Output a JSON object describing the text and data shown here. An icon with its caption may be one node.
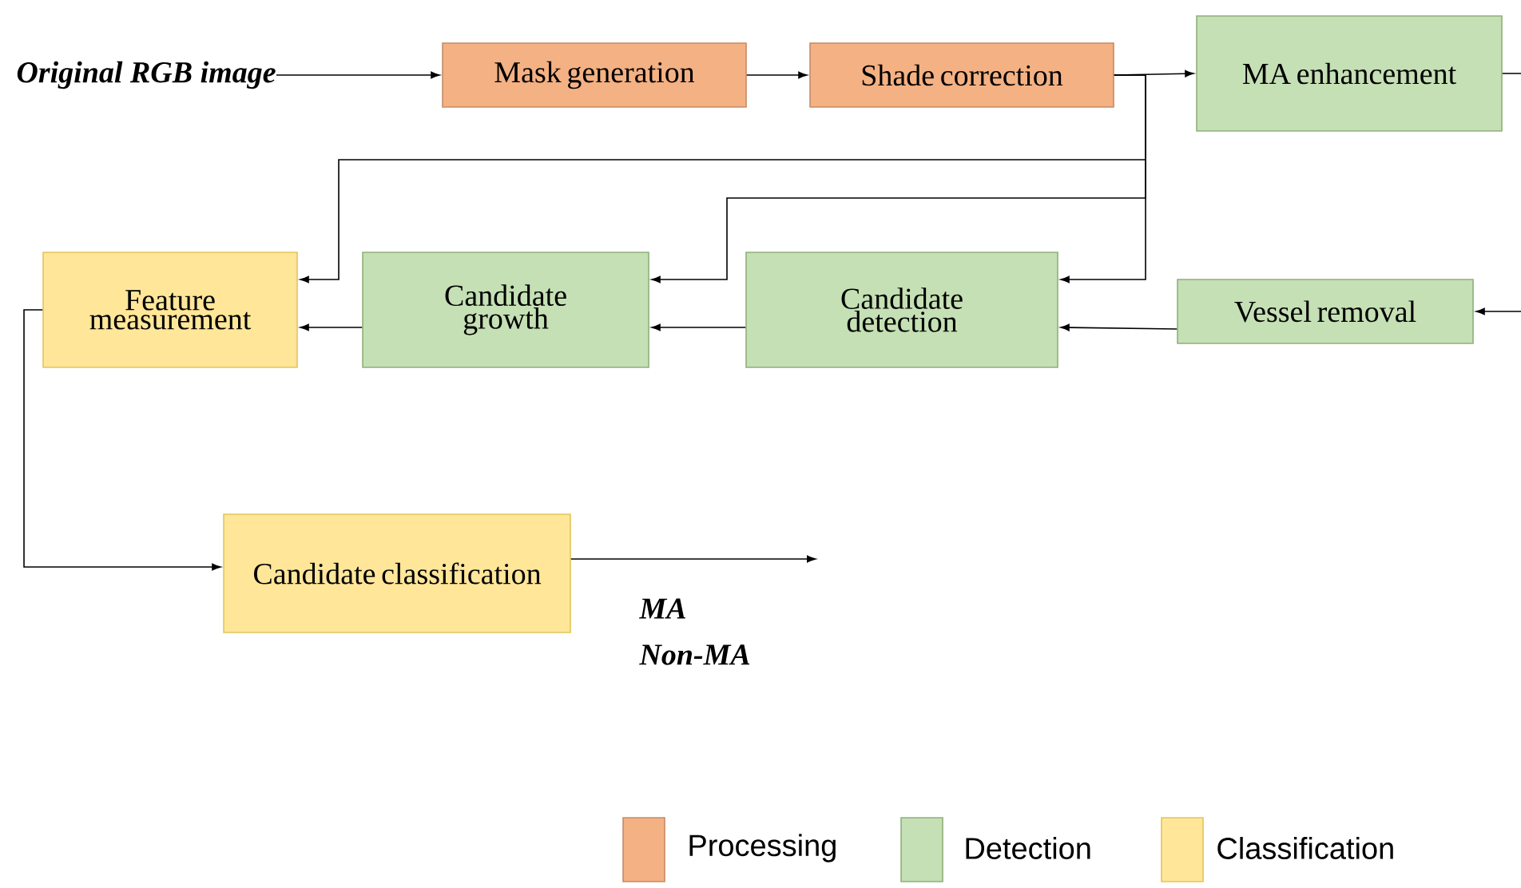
{
  "diagram": {
    "nodes": [
      {
        "text": [
          "Original RGB image"
        ]
      },
      {
        "text": [
          "Mask generation"
        ]
      },
      {
        "text": [
          "Shade correction"
        ]
      },
      {
        "text": [
          "MA enhancement"
        ]
      },
      {
        "text": [
          "Feature measurement"
        ]
      },
      {
        "text": [
          "Candidate growth"
        ]
      },
      {
        "text": [
          "Candidate detection"
        ]
      },
      {
        "text": [
          "Vessel removal"
        ]
      },
      {
        "text": [
          "Candidate classification"
        ]
      }
    ],
    "edges": [
      {
        "from": 0,
        "to": 1,
        "arrow": "to"
      },
      {
        "from": 1,
        "to": 2,
        "arrow": "to"
      },
      {
        "from": 2,
        "to": 3,
        "arrow": "to"
      },
      {
        "from": 2,
        "to": 4,
        "arrow": "to"
      },
      {
        "from": 2,
        "to": 5,
        "arrow": "to"
      },
      {
        "from": 2,
        "to": 6,
        "arrow": "to"
      },
      {
        "from": 7,
        "to": 6,
        "arrow": "to"
      },
      {
        "from": 6,
        "to": 5,
        "arrow": "to"
      },
      {
        "from": 5,
        "to": 4,
        "arrow": "to"
      },
      {
        "from": 4,
        "to": 8,
        "arrow": "to"
      },
      {
        "from": 8,
        "to": null,
        "arrow": "to"
      },
      {
        "from": 3,
        "to": null,
        "arrow": "none"
      },
      {
        "from": null,
        "to": 7,
        "arrow": "to"
      }
    ],
    "labels": [
      "MA",
      "Non-MA"
    ],
    "legend": [
      {
        "text": "Processing",
        "color": "#f4b183"
      },
      {
        "text": "Detection",
        "color": "#c5e0b4"
      },
      {
        "text": "Classification",
        "color": "#ffe699"
      }
    ]
  }
}
